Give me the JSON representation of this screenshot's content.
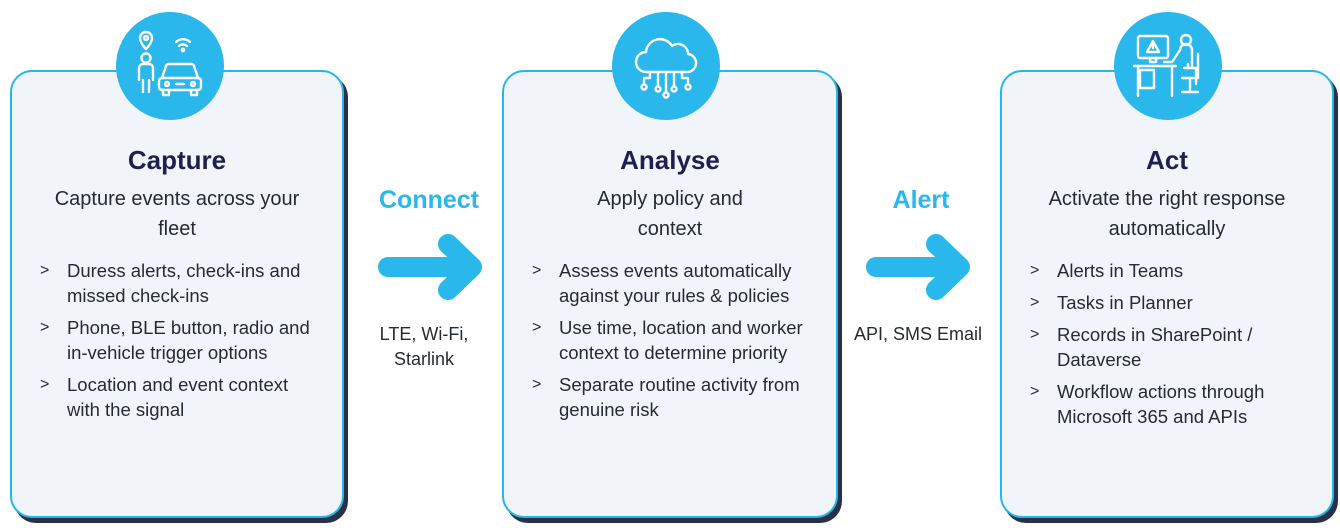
{
  "colors": {
    "accent": "#29b7ec",
    "title": "#1e2150",
    "card_bg": "#f1f4f8",
    "card_shadow": "#2a3147"
  },
  "steps": [
    {
      "icon": "worker-and-vehicle-icon",
      "title": "Capture",
      "subtitle": "Capture events across your fleet",
      "bullet_marker": ">",
      "items": [
        "Duress alerts, check-ins and missed check-ins",
        "Phone, BLE button, radio and in-vehicle trigger options",
        "Location and event context with the signal"
      ]
    },
    {
      "icon": "cloud-network-icon",
      "title": "Analyse",
      "subtitle": "Apply policy and context",
      "bullet_marker": ">",
      "items": [
        "Assess events automatically against your rules & policies",
        "Use time, location and worker context to determine priority",
        "Separate routine activity from genuine risk"
      ]
    },
    {
      "icon": "operator-at-workstation-icon",
      "title": "Act",
      "subtitle": "Activate the right response automatically",
      "bullet_marker": ">",
      "items": [
        "Alerts in Teams",
        "Tasks in Planner",
        "Records in SharePoint / Dataverse",
        "Workflow actions through Microsoft 365 and APIs"
      ]
    }
  ],
  "connectors": [
    {
      "label": "Connect",
      "sub": "LTE, Wi-Fi, Starlink"
    },
    {
      "label": "Alert",
      "sub": "API, SMS Email"
    }
  ]
}
